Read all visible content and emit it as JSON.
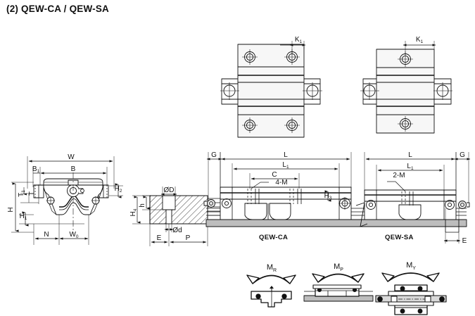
{
  "sheet": {
    "title": "(2) QEW-CA / QEW-SA"
  },
  "views": {
    "top_ca": {
      "name": "QEW-CA top view",
      "dimension_labels": [
        {
          "base": "K",
          "sub": "1"
        }
      ],
      "mounting_hole_count": 4
    },
    "top_sa": {
      "name": "QEW-SA top view",
      "dimension_labels": [
        {
          "base": "K",
          "sub": "1"
        }
      ],
      "mounting_hole_count": 2
    },
    "section_block": {
      "name": "Block cross section",
      "dimension_labels": [
        {
          "base": "W",
          "sub": ""
        },
        {
          "base": "B",
          "sub": "1"
        },
        {
          "base": "B",
          "sub": ""
        },
        {
          "base": "T",
          "sub": "1"
        },
        {
          "base": "T",
          "sub": ""
        },
        {
          "base": "H",
          "sub": "2"
        },
        {
          "base": "H",
          "sub": ""
        },
        {
          "base": "H",
          "sub": "1"
        },
        {
          "base": "N",
          "sub": ""
        },
        {
          "base": "W",
          "sub": "0"
        }
      ]
    },
    "section_rail": {
      "name": "Rail cross section",
      "dimension_labels": [
        {
          "base": "ØD",
          "sub": ""
        },
        {
          "base": "Ød",
          "sub": ""
        },
        {
          "base": "H",
          "sub": "4"
        },
        {
          "base": "h",
          "sub": ""
        },
        {
          "base": "E",
          "sub": ""
        },
        {
          "base": "P",
          "sub": ""
        }
      ]
    },
    "side_ca": {
      "name": "QEW-CA side view",
      "caption": "QEW-CA",
      "dimension_labels": [
        {
          "base": "G",
          "sub": ""
        },
        {
          "base": "L",
          "sub": ""
        },
        {
          "base": "L",
          "sub": "1"
        },
        {
          "base": "C",
          "sub": ""
        },
        {
          "base": "H",
          "sub": "3"
        }
      ],
      "thread_callout": "4-M"
    },
    "side_sa": {
      "name": "QEW-SA side view",
      "caption": "QEW-SA",
      "dimension_labels": [
        {
          "base": "L",
          "sub": ""
        },
        {
          "base": "L",
          "sub": "1"
        },
        {
          "base": "G",
          "sub": ""
        },
        {
          "base": "E",
          "sub": ""
        }
      ],
      "thread_callout": "2-M"
    }
  },
  "moment_diagrams": [
    {
      "id": "roll",
      "base": "M",
      "sub": "R",
      "name": "moment-roll"
    },
    {
      "id": "pitch",
      "base": "M",
      "sub": "P",
      "name": "moment-pitch"
    },
    {
      "id": "yaw",
      "base": "M",
      "sub": "Y",
      "name": "moment-yaw"
    }
  ],
  "colors": {
    "line": "#111111",
    "background": "#ffffff",
    "fill_light": "#f2f2f2",
    "fill_mid": "#d9d9d9",
    "fill_dark": "#9a9a9a"
  }
}
